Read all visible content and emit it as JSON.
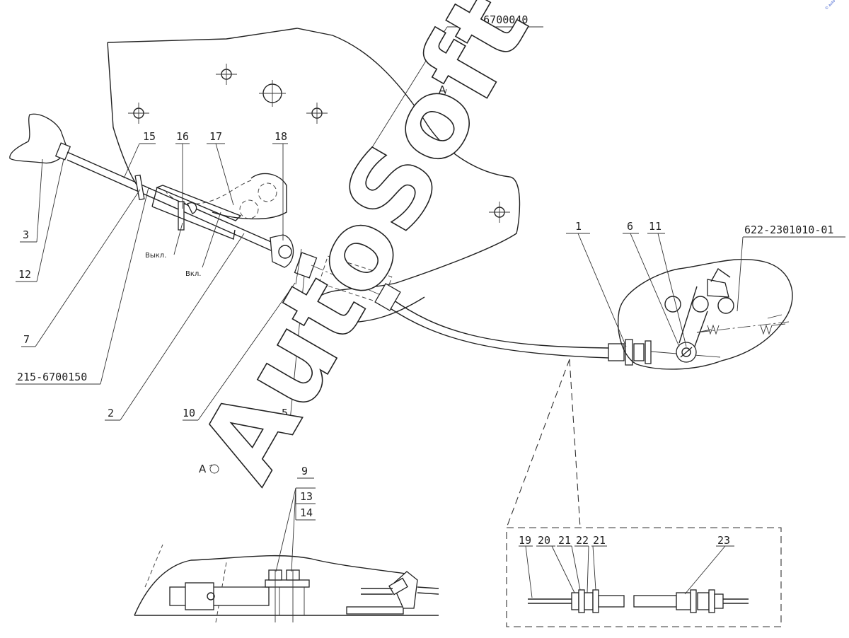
{
  "labels": {
    "assembly_top": "320Р-6700040",
    "assembly_right": "622-2301010-01",
    "assembly_left": "215-6700150",
    "p1": "1",
    "p2": "2",
    "p3": "3",
    "p5": "5",
    "p6": "6",
    "p7": "7",
    "p9": "9",
    "p10": "10",
    "p11": "11",
    "p12": "12",
    "p13": "13",
    "p14": "14",
    "p15": "15",
    "p16": "16",
    "p17": "17",
    "p18": "18",
    "p19": "19",
    "p20": "20",
    "p21a": "21",
    "p22": "22",
    "p21b": "21",
    "p23": "23",
    "view_a_arrow": "А",
    "view_a": "А",
    "off": "Выкл.",
    "on": "Вкл."
  },
  "watermark": "AutoSoft",
  "corner_stamp": "© auto"
}
